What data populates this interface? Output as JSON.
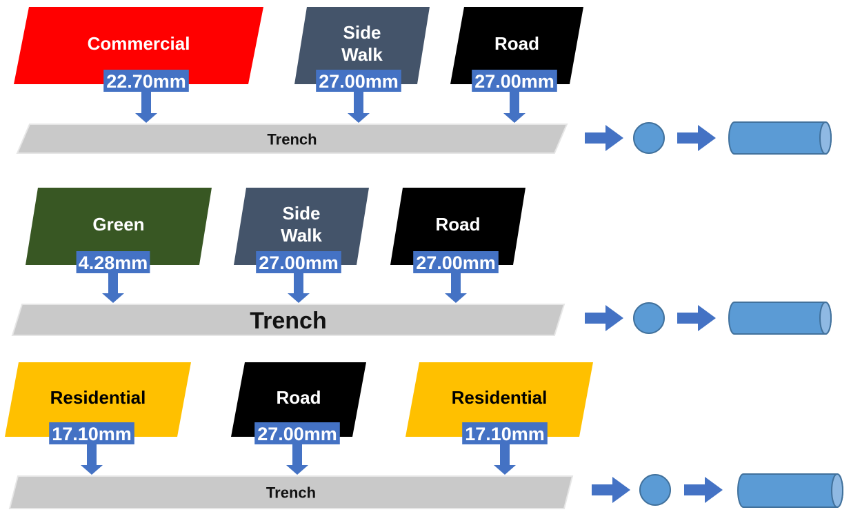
{
  "rows": [
    {
      "surfaces": [
        {
          "label_lines": [
            "Commercial"
          ],
          "value": "22.70mm",
          "fill": "#ff0000",
          "text_color": "#ffffff"
        },
        {
          "label_lines": [
            "Side",
            "Walk"
          ],
          "value": "27.00mm",
          "fill": "#44546a",
          "text_color": "#ffffff"
        },
        {
          "label_lines": [
            "Road"
          ],
          "value": "27.00mm",
          "fill": "#000000",
          "text_color": "#ffffff"
        }
      ],
      "trench_label": "Trench"
    },
    {
      "surfaces": [
        {
          "label_lines": [
            "Green"
          ],
          "value": "4.28mm",
          "fill": "#385723",
          "text_color": "#ffffff"
        },
        {
          "label_lines": [
            "Side",
            "Walk"
          ],
          "value": "27.00mm",
          "fill": "#44546a",
          "text_color": "#ffffff"
        },
        {
          "label_lines": [
            "Road"
          ],
          "value": "27.00mm",
          "fill": "#000000",
          "text_color": "#ffffff"
        }
      ],
      "trench_label": "Trench"
    },
    {
      "surfaces": [
        {
          "label_lines": [
            "Residential"
          ],
          "value": "17.10mm",
          "fill": "#ffc000",
          "text_color": "#000000"
        },
        {
          "label_lines": [
            "Road"
          ],
          "value": "27.00mm",
          "fill": "#000000",
          "text_color": "#ffffff"
        },
        {
          "label_lines": [
            "Residential"
          ],
          "value": "17.10mm",
          "fill": "#ffc000",
          "text_color": "#000000"
        }
      ],
      "trench_label": "Trench"
    }
  ],
  "colors": {
    "value_label_bg": "#4472c4",
    "value_label_text": "#ffffff",
    "arrow": "#4472c4",
    "trench_fill": "#c9c9c9",
    "trench_text": "#111111",
    "node_fill": "#5b9bd5",
    "node_stroke": "#41719c"
  },
  "icons": {
    "flow_arrow": "right-arrow-icon",
    "manhole": "circle-node-icon",
    "pipe": "cylinder-pipe-icon"
  }
}
